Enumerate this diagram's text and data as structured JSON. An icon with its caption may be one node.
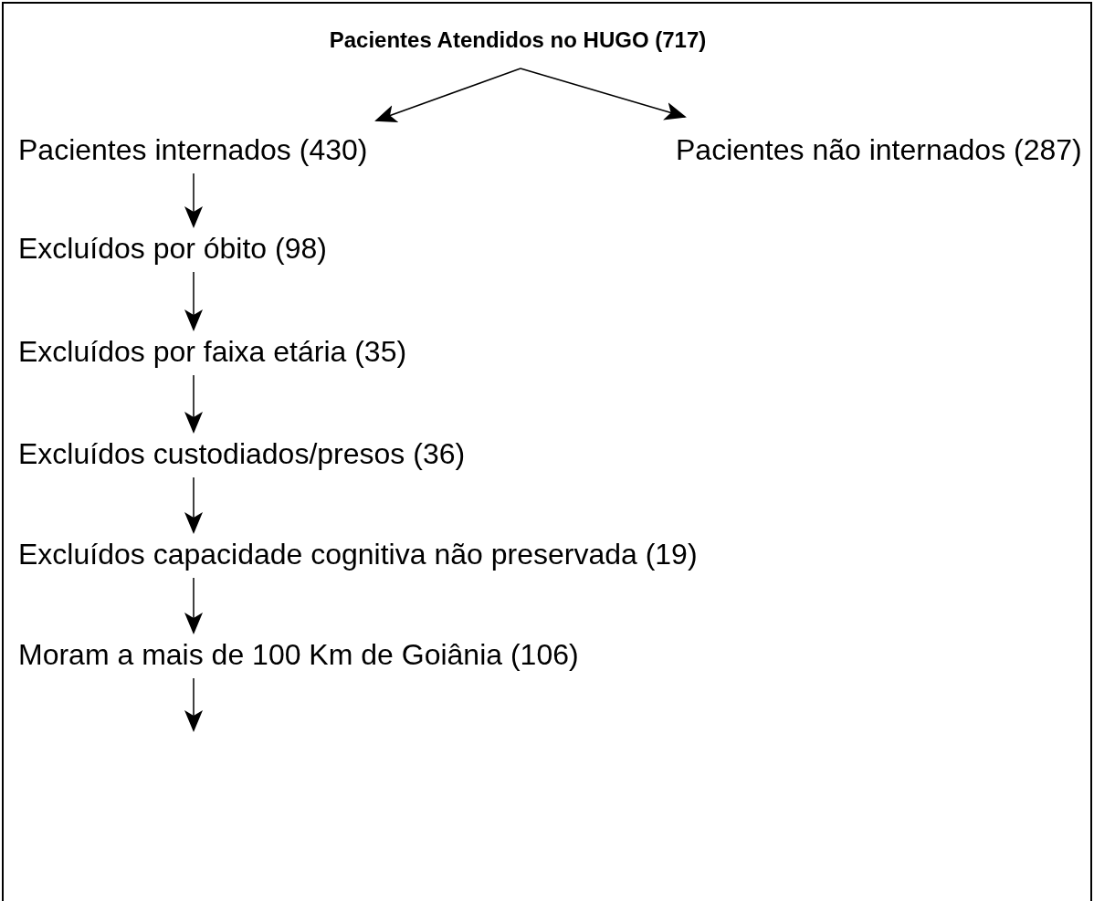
{
  "diagram": {
    "nodes": [
      {
        "text": [
          "Pacientes Atendidos no HUGO (717)"
        ]
      },
      {
        "text": [
          "Pacientes internados (430)"
        ]
      },
      {
        "text": [
          "Pacientes não internados (287)"
        ]
      },
      {
        "text": [
          "Excluídos por óbito (98)"
        ]
      },
      {
        "text": [
          "Excluídos por faixa etária (35)"
        ]
      },
      {
        "text": [
          "Excluídos custodiados/presos (36)"
        ]
      },
      {
        "text": [
          "Excluídos capacidade cognitiva não preservada (19)"
        ]
      },
      {
        "text": [
          "Moram a mais de 100 Km de Goiânia (106)"
        ]
      }
    ],
    "edges": [
      {
        "from": 0,
        "to": 1,
        "arrow": "to"
      },
      {
        "from": 0,
        "to": 2,
        "arrow": "to"
      },
      {
        "from": 1,
        "to": 3,
        "arrow": "to"
      },
      {
        "from": 3,
        "to": 4,
        "arrow": "to"
      },
      {
        "from": 4,
        "to": 5,
        "arrow": "to"
      },
      {
        "from": 5,
        "to": 6,
        "arrow": "to"
      },
      {
        "from": 6,
        "to": 7,
        "arrow": "to"
      },
      {
        "from": 7,
        "to": null,
        "arrow": "to"
      }
    ]
  }
}
